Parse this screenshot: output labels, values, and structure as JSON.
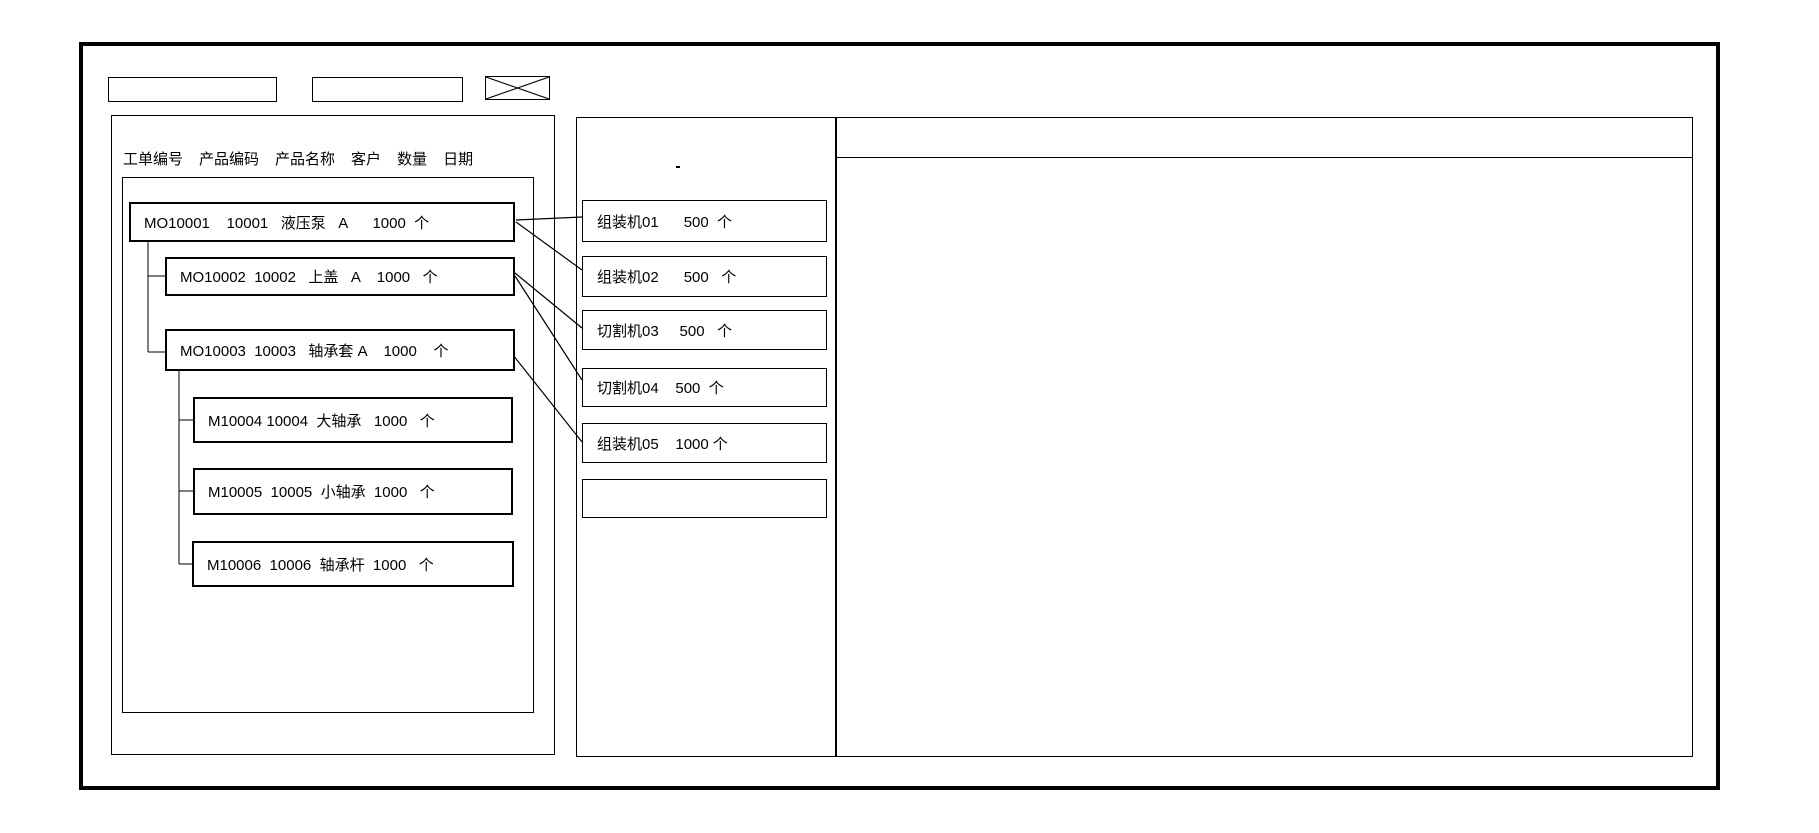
{
  "window": {
    "toolbar": {
      "field1_value": "",
      "field2_value": ""
    }
  },
  "left_panel": {
    "columns": [
      "工单编号",
      "产品编码",
      "产品名称",
      "客户",
      "数量",
      "日期"
    ],
    "work_orders": [
      {
        "order_no": "MO10001",
        "product_code": "10001",
        "product_name": "液压泵",
        "customer": "A",
        "qty": "1000",
        "unit": "个",
        "display": "MO10001    10001   液压泵   A      1000  个"
      },
      {
        "order_no": "MO10002",
        "product_code": "10002",
        "product_name": "上盖",
        "customer": "A",
        "qty": "1000",
        "unit": "个",
        "display": "MO10002  10002   上盖   A    1000   个"
      },
      {
        "order_no": "MO10003",
        "product_code": "10003",
        "product_name": "轴承套",
        "customer": "A",
        "qty": "1000",
        "unit": "个",
        "display": "MO10003  10003   轴承套 A    1000    个"
      },
      {
        "order_no": "M10004",
        "product_code": "10004",
        "product_name": "大轴承",
        "customer": "",
        "qty": "1000",
        "unit": "个",
        "display": "M10004 10004  大轴承   1000   个"
      },
      {
        "order_no": "M10005",
        "product_code": "10005",
        "product_name": "小轴承",
        "customer": "",
        "qty": "1000",
        "unit": "个",
        "display": "M10005  10005  小轴承  1000   个"
      },
      {
        "order_no": "M10006",
        "product_code": "10006",
        "product_name": "轴承杆",
        "customer": "",
        "qty": "1000",
        "unit": "个",
        "display": "M10006  10006  轴承杆  1000   个"
      }
    ]
  },
  "middle_panel": {
    "machines": [
      {
        "name": "组装机01",
        "qty": "500",
        "unit": "个",
        "display": "组装机01      500  个"
      },
      {
        "name": "组装机02",
        "qty": "500",
        "unit": "个",
        "display": "组装机02      500   个"
      },
      {
        "name": "切割机03",
        "qty": "500",
        "unit": "个",
        "display": "切割机03     500   个"
      },
      {
        "name": "切割机04",
        "qty": "500",
        "unit": "个",
        "display": "切割机04    500  个"
      },
      {
        "name": "组装机05",
        "qty": "1000",
        "unit": "个",
        "display": "组装机05    1000 个"
      },
      {
        "name": "",
        "qty": "",
        "unit": "",
        "display": ""
      }
    ]
  },
  "right_panel": {
    "content": ""
  },
  "colors": {
    "line": "#000000",
    "background": "#ffffff"
  }
}
